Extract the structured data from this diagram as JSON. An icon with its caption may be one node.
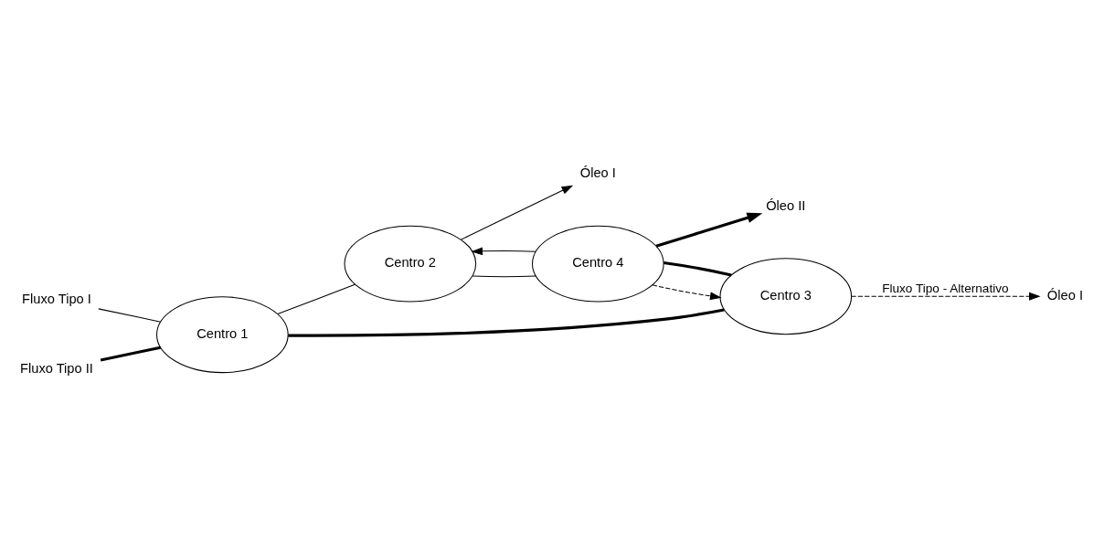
{
  "diagram": {
    "nodes": [
      {
        "text": [
          "Fluxo Tipo I"
        ]
      },
      {
        "text": [
          "Fluxo Tipo II"
        ]
      },
      {
        "text": [
          "Centro 1"
        ]
      },
      {
        "text": [
          "Centro 2"
        ]
      },
      {
        "text": [
          "Centro 3"
        ]
      },
      {
        "text": [
          "Centro 4"
        ]
      },
      {
        "text": [
          "Óleo I"
        ]
      },
      {
        "text": [
          "Óleo II"
        ]
      },
      {
        "text": [
          "Óleo I"
        ]
      }
    ],
    "edges": [
      {
        "from": 0,
        "to": 2,
        "arrow": "none"
      },
      {
        "from": 2,
        "to": 3,
        "arrow": "none"
      },
      {
        "from": 3,
        "to": 5,
        "arrow": "none"
      },
      {
        "from": 5,
        "to": 3,
        "arrow": "to"
      },
      {
        "from": 3,
        "to": 6,
        "arrow": "to"
      },
      {
        "from": 1,
        "to": 2,
        "arrow": "none",
        "style": "thick"
      },
      {
        "from": 2,
        "to": 4,
        "arrow": "none",
        "style": "thick"
      },
      {
        "from": 4,
        "to": 5,
        "arrow": "none",
        "style": "thick"
      },
      {
        "from": 5,
        "to": 7,
        "arrow": "to",
        "style": "thick"
      },
      {
        "from": 5,
        "to": 4,
        "arrow": "to",
        "style": "dashed"
      },
      {
        "from": 4,
        "to": 8,
        "arrow": "to",
        "style": "dashed",
        "label": "Fluxo Tipo - Alternativo"
      }
    ]
  }
}
